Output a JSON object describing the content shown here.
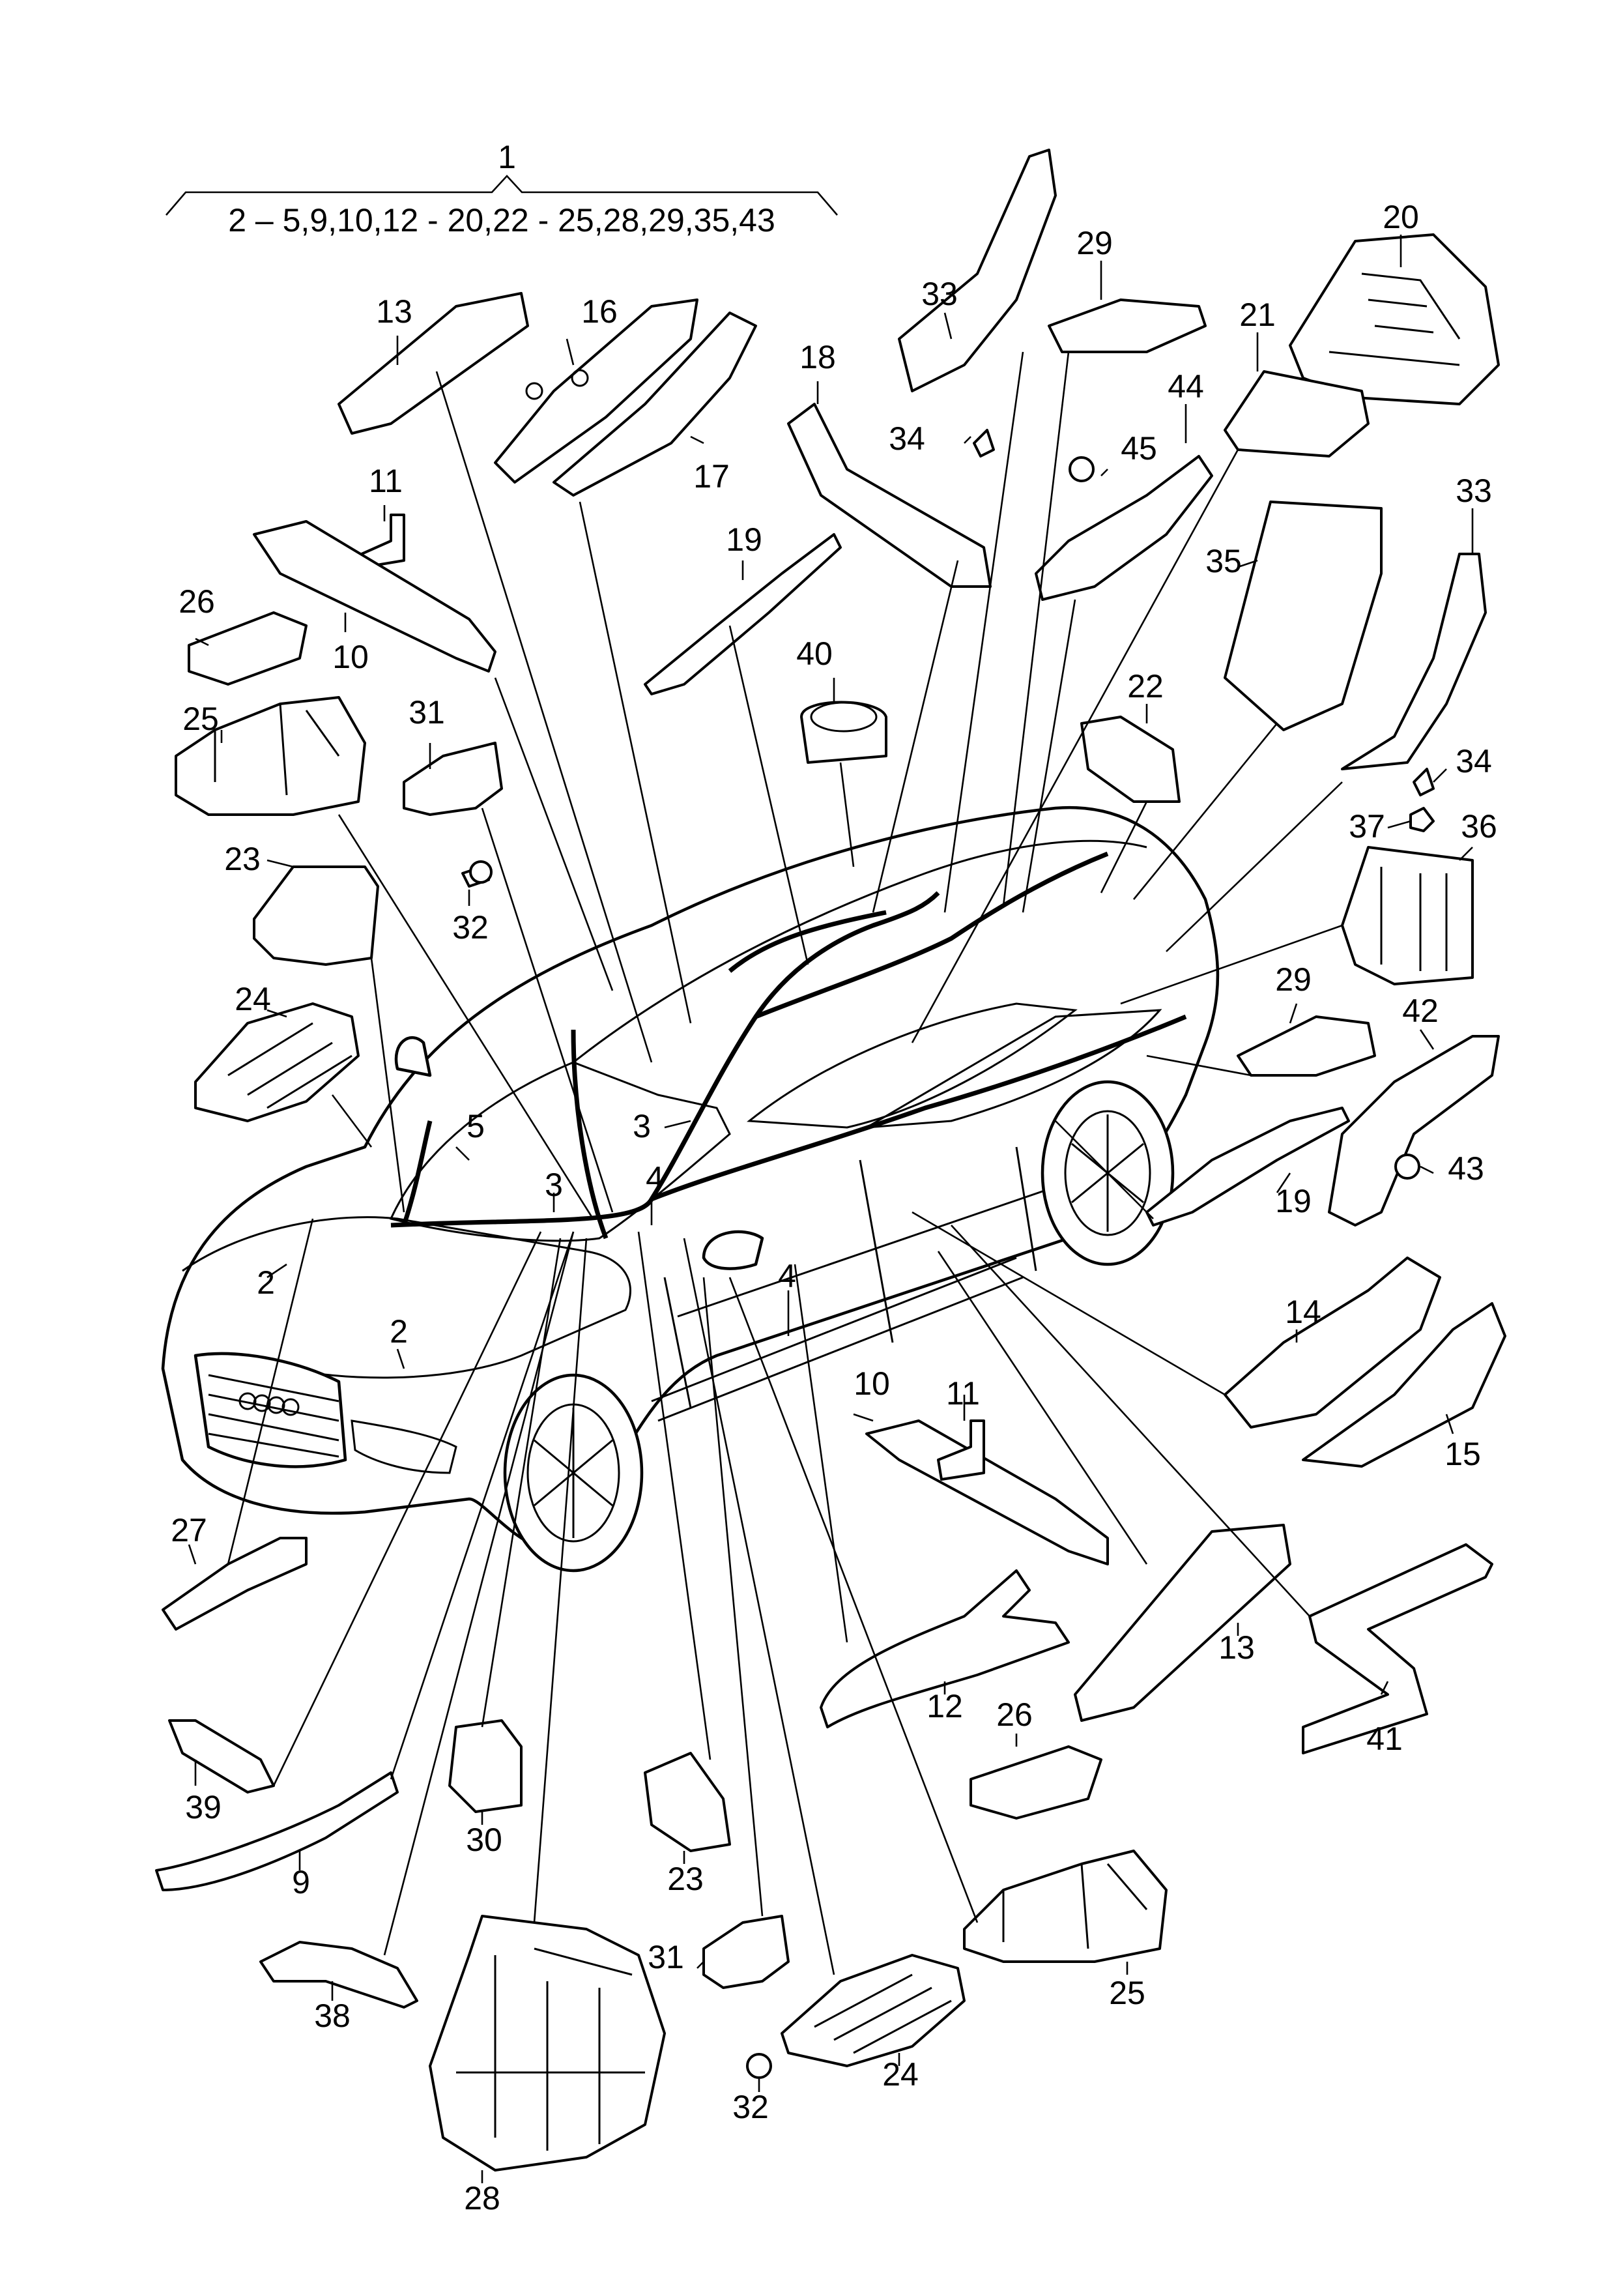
{
  "header": {
    "assembly_number": "1",
    "assembly_contents": "2 – 5,9,10,12 - 20,22 - 25,28,29,35,43"
  },
  "callouts": [
    {
      "id": "c13a",
      "text": "13"
    },
    {
      "id": "c16",
      "text": "16"
    },
    {
      "id": "c17",
      "text": "17"
    },
    {
      "id": "c11a",
      "text": "11"
    },
    {
      "id": "c26a",
      "text": "26"
    },
    {
      "id": "c10a",
      "text": "10"
    },
    {
      "id": "c25a",
      "text": "25"
    },
    {
      "id": "c31a",
      "text": "31"
    },
    {
      "id": "c23a",
      "text": "23"
    },
    {
      "id": "c32a",
      "text": "32"
    },
    {
      "id": "c24a",
      "text": "24"
    },
    {
      "id": "c18",
      "text": "18"
    },
    {
      "id": "c19a",
      "text": "19"
    },
    {
      "id": "c40",
      "text": "40"
    },
    {
      "id": "c33a",
      "text": "33"
    },
    {
      "id": "c34a",
      "text": "34"
    },
    {
      "id": "c29a",
      "text": "29"
    },
    {
      "id": "c20",
      "text": "20"
    },
    {
      "id": "c21",
      "text": "21"
    },
    {
      "id": "c44",
      "text": "44"
    },
    {
      "id": "c45",
      "text": "45"
    },
    {
      "id": "c22",
      "text": "22"
    },
    {
      "id": "c35",
      "text": "35"
    },
    {
      "id": "c33b",
      "text": "33"
    },
    {
      "id": "c34b",
      "text": "34"
    },
    {
      "id": "c37",
      "text": "37"
    },
    {
      "id": "c36",
      "text": "36"
    },
    {
      "id": "c29b",
      "text": "29"
    },
    {
      "id": "c42",
      "text": "42"
    },
    {
      "id": "c19b",
      "text": "19"
    },
    {
      "id": "c43",
      "text": "43"
    },
    {
      "id": "c14",
      "text": "14"
    },
    {
      "id": "c15",
      "text": "15"
    },
    {
      "id": "c5",
      "text": "5"
    },
    {
      "id": "c3a",
      "text": "3"
    },
    {
      "id": "c3b",
      "text": "3"
    },
    {
      "id": "c4a",
      "text": "4"
    },
    {
      "id": "c4b",
      "text": "4"
    },
    {
      "id": "c2a",
      "text": "2"
    },
    {
      "id": "c2b",
      "text": "2"
    },
    {
      "id": "c10b",
      "text": "10"
    },
    {
      "id": "c11b",
      "text": "11"
    },
    {
      "id": "c27",
      "text": "27"
    },
    {
      "id": "c12",
      "text": "12"
    },
    {
      "id": "c13b",
      "text": "13"
    },
    {
      "id": "c41",
      "text": "41"
    },
    {
      "id": "c26b",
      "text": "26"
    },
    {
      "id": "c39",
      "text": "39"
    },
    {
      "id": "c9",
      "text": "9"
    },
    {
      "id": "c30",
      "text": "30"
    },
    {
      "id": "c23b",
      "text": "23"
    },
    {
      "id": "c31b",
      "text": "31"
    },
    {
      "id": "c25b",
      "text": "25"
    },
    {
      "id": "c38",
      "text": "38"
    },
    {
      "id": "c32b",
      "text": "32"
    },
    {
      "id": "c24b",
      "text": "24"
    },
    {
      "id": "c28",
      "text": "28"
    }
  ],
  "colors": {
    "line": "#000000",
    "background": "#ffffff"
  }
}
